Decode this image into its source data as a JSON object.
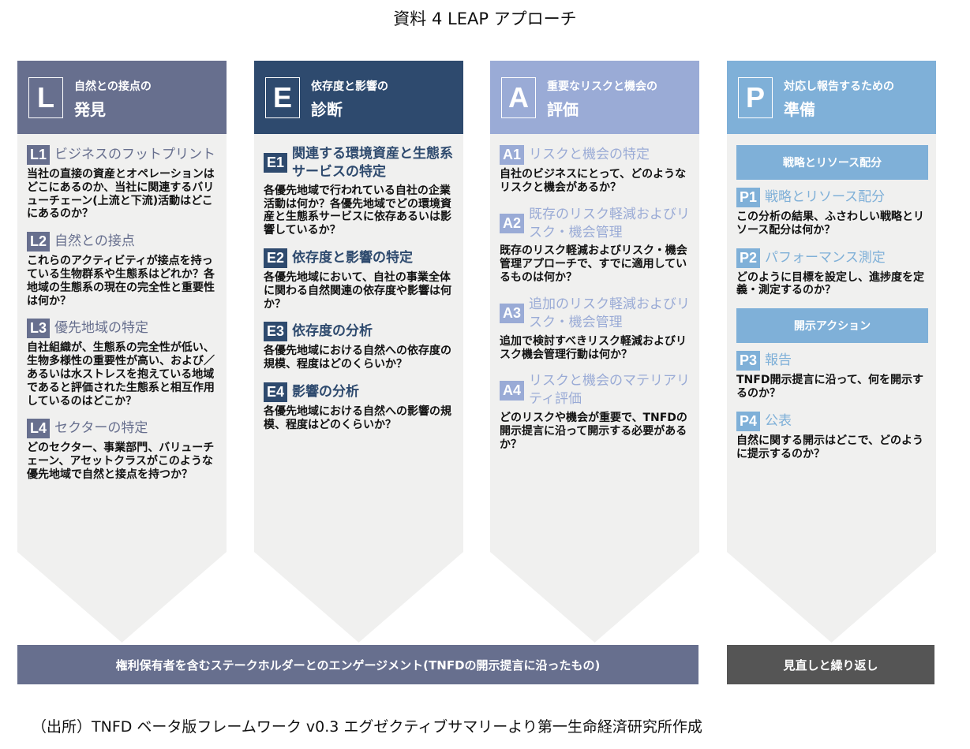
{
  "title": "資料 4 LEAP アプローチ",
  "columns": [
    {
      "letter": "L",
      "sub": "自然との接点の",
      "main": "発見",
      "color": "#676f8e",
      "sections": [],
      "items": [
        {
          "code": "L1",
          "title": "ビジネスのフットプリント",
          "desc": "当社の直接の資産とオペレーションはどこにあるのか、当社に関連するバリューチェーン(上流と下流)活動はどこにあるのか？"
        },
        {
          "code": "L2",
          "title": "自然との接点",
          "desc": "これらのアクティビティが接点を持っている生物群系や生態系はどれか？各地域の生態系の現在の完全性と重要性は何か？"
        },
        {
          "code": "L3",
          "title": "優先地域の特定",
          "desc": "自社組織が、生態系の完全性が低い、生物多様性の重要性が高い、および／あるいは水ストレスを抱えている地域であると評価された生態系と相互作用しているのはどこか？"
        },
        {
          "code": "L4",
          "title": "セクターの特定",
          "desc": "どのセクター、事業部門、バリューチェーン、アセットクラスがこのような優先地域で自然と接点を持つか？"
        }
      ]
    },
    {
      "letter": "E",
      "sub": "依存度と影響の",
      "main": "診断",
      "color": "#2e4a6e",
      "items": [
        {
          "code": "E1",
          "title": "関連する環境資産と生態系サービスの特定",
          "desc": "各優先地域で行われている自社の企業活動は何か？各優先地域でどの環境資産と生態系サービスに依存あるいは影響しているか？"
        },
        {
          "code": "E2",
          "title": "依存度と影響の特定",
          "desc": "各優先地域において、自社の事業全体に関わる自然関連の依存度や影響は何か？"
        },
        {
          "code": "E3",
          "title": "依存度の分析",
          "desc": "各優先地域における自然への依存度の規模、程度はどのくらいか？"
        },
        {
          "code": "E4",
          "title": "影響の分析",
          "desc": "各優先地域における自然への影響の規模、程度はどのくらいか？"
        }
      ]
    },
    {
      "letter": "A",
      "sub": "重要なリスクと機会の",
      "main": "評価",
      "color": "#9aabd6",
      "items": [
        {
          "code": "A1",
          "title": "リスクと機会の特定",
          "desc": "自社のビジネスにとって、どのようなリスクと機会があるか？"
        },
        {
          "code": "A2",
          "title": "既存のリスク軽減およびリスク・機会管理",
          "desc": "既存のリスク軽減およびリスク・機会管理アプローチで、すでに適用しているものは何か？"
        },
        {
          "code": "A3",
          "title": "追加のリスク軽減およびリスク・機会管理",
          "desc": "追加で検討すべきリスク軽減およびリスク機会管理行動は何か？"
        },
        {
          "code": "A4",
          "title": "リスクと機会のマテリアリティ評価",
          "desc": "どのリスクや機会が重要で、TNFDの開示提言に沿って開示する必要があるか？"
        }
      ]
    },
    {
      "letter": "P",
      "sub": "対応し報告するための",
      "main": "準備",
      "color": "#7fb0d8",
      "bar1": "戦略とリソース配分",
      "bar2": "開示アクション",
      "items": [
        {
          "code": "P1",
          "title": "戦略とリソース配分",
          "desc": "この分析の結果、ふさわしい戦略とリソース配分は何か？"
        },
        {
          "code": "P2",
          "title": "パフォーマンス測定",
          "desc": "どのように目標を設定し、進捗度を定義・測定するのか？"
        },
        {
          "code": "P3",
          "title": "報告",
          "desc": "TNFD開示提言に沿って、何を開示するのか？"
        },
        {
          "code": "P4",
          "title": "公表",
          "desc": "自然に関する開示はどこで、どのように提示するのか？"
        }
      ]
    }
  ],
  "bottom_left": "権利保有者を含むステークホルダーとのエンゲージメント(TNFDの開示提言に沿ったもの)",
  "bottom_right": "見直しと繰り返し",
  "source": "（出所）TNFD ベータ版フレームワーク v0.3 エグゼクティブサマリーより第一生命経済研究所作成",
  "colors": {
    "body": "#f0f0ef",
    "bottom_left": "#676f8e",
    "bottom_right": "#555555"
  }
}
